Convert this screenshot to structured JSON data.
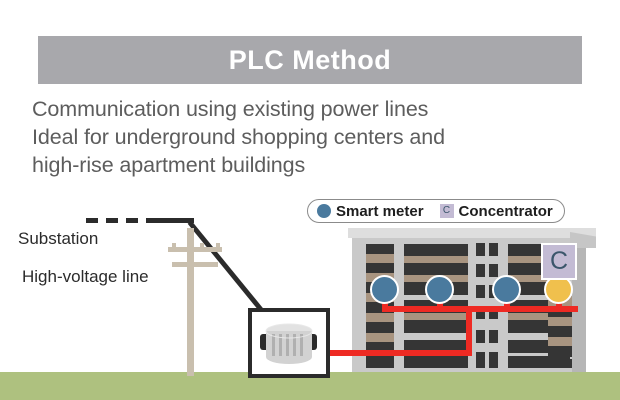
{
  "header": {
    "title": "PLC Method",
    "bar_color": "#a8a8ac",
    "title_color": "#ffffff"
  },
  "subtitle": {
    "line1": "Communication using existing power lines",
    "line2": "Ideal for underground shopping centers and",
    "line3": "high-rise apartment buildings",
    "color": "#5d5d5d"
  },
  "legend": {
    "items": [
      {
        "icon": "smart-meter-dot-icon",
        "label": "Smart meter",
        "color": "#4a7a9e"
      },
      {
        "icon": "concentrator-badge-icon",
        "label": "Concentrator",
        "badge_text": "C",
        "color": "#c3bbd4"
      }
    ]
  },
  "diagram": {
    "labels": {
      "substation": "Substation",
      "high_voltage_line": "High-voltage line"
    },
    "colors": {
      "grass": "#aec17f",
      "power_line": "#2b2b2b",
      "plc_line": "#ee2a23",
      "pole": "#c9bfae",
      "building_body": "#c9c9c9",
      "building_roof": "#dedede",
      "window_dark": "#353535",
      "window_tan": "#a89480",
      "meter_node": "#4a7a9e",
      "concentrator_node": "#f0c04d",
      "concentrator_badge": "#c3bbd4"
    },
    "nodes": [
      {
        "name": "smart-meter-1",
        "type": "Smart meter"
      },
      {
        "name": "smart-meter-2",
        "type": "Smart meter"
      },
      {
        "name": "smart-meter-3",
        "type": "Smart meter"
      },
      {
        "name": "concentrator-1",
        "type": "Concentrator",
        "badge_text": "C"
      }
    ],
    "transformer": {
      "name": "pole-transformer"
    }
  }
}
